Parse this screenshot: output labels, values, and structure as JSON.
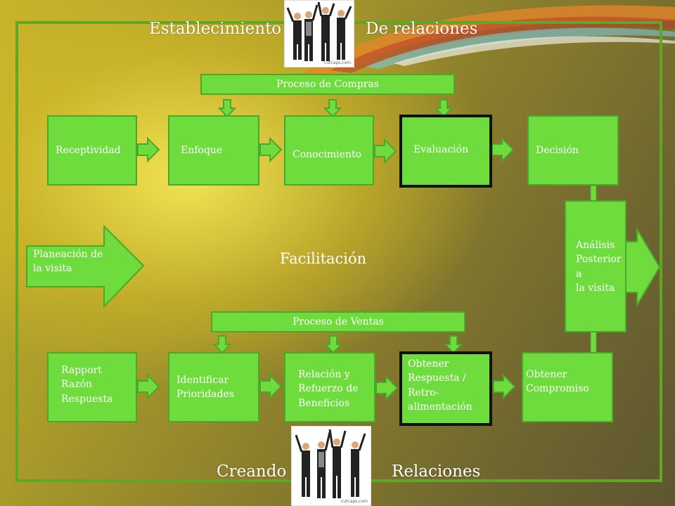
{
  "titles": {
    "top_left": "Establecimiento",
    "top_right": "De relaciones",
    "bottom_left": "Creando",
    "bottom_right": "Relaciones",
    "center": "Facilitación"
  },
  "purchase_process": {
    "label": "Proceso de Compras",
    "steps": [
      "Receptividad",
      "Enfoque",
      "Conocimiento",
      "Evaluación",
      "Decisión"
    ]
  },
  "sales_process": {
    "label": "Proceso de Ventas",
    "steps": [
      "Rapport\nRazón\nRespuesta",
      "Identificar\nPrioridades",
      "Relación y\nRefuerzo de\nBeneficios",
      "Obtener\nRespuesta /\nRetro-\nalimentación",
      "Obtener\nCompromiso"
    ]
  },
  "planning_arrow": "Planeación  de\nla visita",
  "analysis_arrow": "Análisis\nPosterior a\nla visita",
  "photo_caption": "cutcaps.com",
  "colors": {
    "box": "#6fdc3e",
    "box_border": "#4aa82a",
    "frame": "#5fa825",
    "highlight_border": "#111111"
  }
}
